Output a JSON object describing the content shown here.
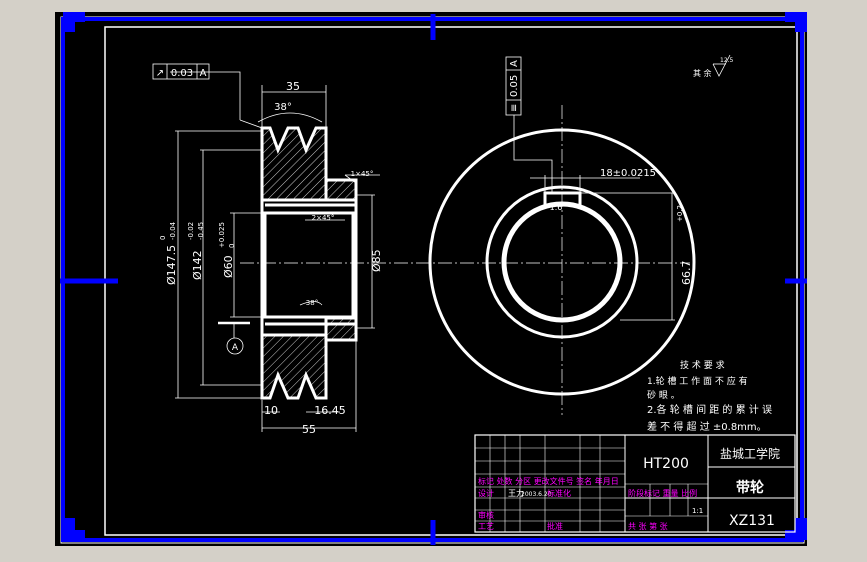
{
  "drawing": {
    "tolerances": {
      "runout": "0.03",
      "runout_datum": "A",
      "symmetry": "0.05",
      "symmetry_datum": "A",
      "datum_label": "A"
    },
    "roughness": {
      "note": "其 余",
      "value": "12.5"
    },
    "dims": {
      "width_35": "35",
      "angle_top": "38°",
      "angle_bottom": "38°",
      "chamfer_1": "1×45°",
      "chamfer_2": "2×45°",
      "dia_outer": "Ø147.5",
      "dia_outer_tol_up": "0",
      "dia_outer_tol_low": "-0.04",
      "dia_groove": "Ø142",
      "dia_groove_tol_up": "-0.02",
      "dia_groove_tol_low": "-0.45",
      "dia_bore": "Ø60",
      "dia_bore_tol_up": "+0.025",
      "dia_bore_tol_low": "0",
      "dia_hub": "Ø85",
      "width_10": "10",
      "width_1645": "16.45",
      "width_55": "55",
      "key_width": "18±0.0215",
      "key_depth": "66.7",
      "key_depth_tol": "+0.2",
      "key_roughness": "1.6"
    },
    "tech_req": {
      "title": "技 术 要 求",
      "line1": "1.轮 槽 工 作 面 不 应 有",
      "line2": "砂 眼 。",
      "line3": "2.各 轮 槽 间 距 的 累 计 误",
      "line4": "差 不 得 超 过 ±0.8mm。"
    },
    "title_block": {
      "material": "HT200",
      "school": "盐城工学院",
      "part_name": "带轮",
      "drawing_no": "XZ131",
      "header_row": "标记 处数 分区 更改文件号 签名 年月日",
      "design_row": "设计",
      "designer": "王力",
      "date": "2003.6.20",
      "std_label": "标准化",
      "stage_row": "阶段标记 重量 比例",
      "scale": "1:1",
      "review": "审核",
      "process": "工艺",
      "approve": "批准",
      "sheets": "共 张 第 张"
    }
  }
}
